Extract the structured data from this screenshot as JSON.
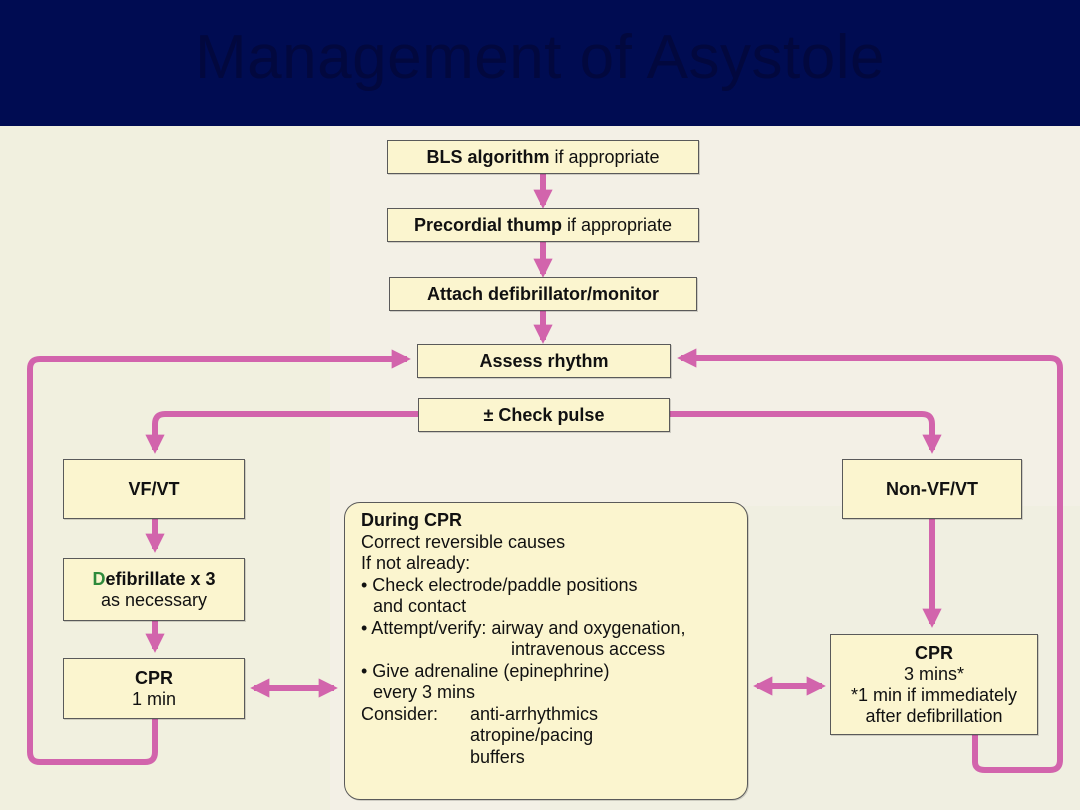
{
  "slide": {
    "title": "Management of Asystole"
  },
  "flow": {
    "bls": {
      "bold": "BLS algorithm",
      "rest": " if appropriate"
    },
    "thump": {
      "bold": "Precordial thump",
      "rest": " if appropriate"
    },
    "attach": "Attach defibrillator/monitor",
    "assess": "Assess rhythm",
    "check_pulse": "± Check pulse",
    "vfvt": "VF/VT",
    "nonvfvt": "Non-VF/VT",
    "defib": {
      "first_letter": "D",
      "rest": "efibrillate x 3",
      "line2": "as necessary"
    },
    "cpr_left": {
      "title": "CPR",
      "duration": "1 min"
    },
    "cpr_right": {
      "title": "CPR",
      "duration": "3 mins*",
      "note1": "*1 min if immediately",
      "note2": "after defibrillation"
    },
    "during": {
      "heading": "During CPR",
      "line1": "Correct reversible causes",
      "line2": "If not already:",
      "bullet1a": "• Check electrode/paddle positions",
      "bullet1b": "and contact",
      "bullet2a": "• Attempt/verify: airway and oxygenation,",
      "bullet2b": "intravenous access",
      "bullet3a": "• Give adrenaline (epinephrine)",
      "bullet3b": "every 3 mins",
      "consider_label": "Consider:",
      "consider1": "anti-arrhythmics",
      "consider2": "atropine/pacing",
      "consider3": "buffers"
    }
  },
  "colors": {
    "title_bar": "#000c52",
    "arrow": "#d264ac",
    "box_fill": "#fbf5cf",
    "page": "#f3f0e6"
  }
}
